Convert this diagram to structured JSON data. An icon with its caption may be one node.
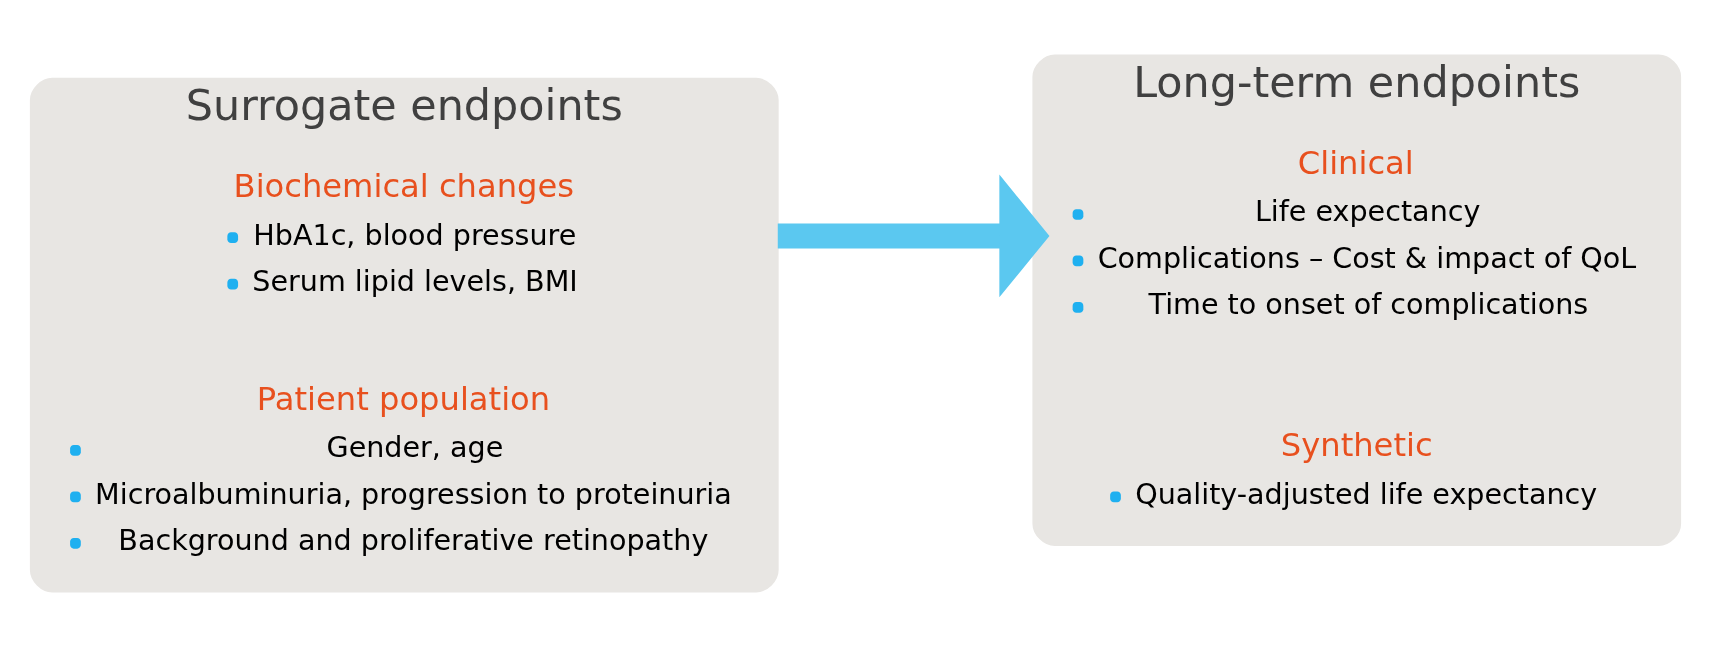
{
  "diagram": {
    "nodes": [
      {
        "text": [
          "Surrogate endpoints"
        ]
      },
      {
        "text": [
          "Biochemical changes",
          "HbA1c, blood pressure",
          "Serum lipid levels, BMI"
        ],
        "in": 0
      },
      {
        "text": [
          "Patient population",
          "Gender, age",
          "Microalbuminuria, progression to proteinuria",
          "Background and proliferative retinopathy"
        ],
        "in": 0
      },
      {
        "text": [
          "Long-term endpoints"
        ]
      },
      {
        "text": [
          "Clinical",
          "Life expectancy",
          "Complications – Cost & impact of QoL",
          "Time to onset of complications"
        ],
        "in": 3
      },
      {
        "text": [
          "Synthetic",
          "Quality-adjusted life expectancy"
        ],
        "in": 3
      }
    ],
    "edges": [
      {
        "from": 0,
        "to": 3,
        "arrow": "to"
      }
    ]
  }
}
